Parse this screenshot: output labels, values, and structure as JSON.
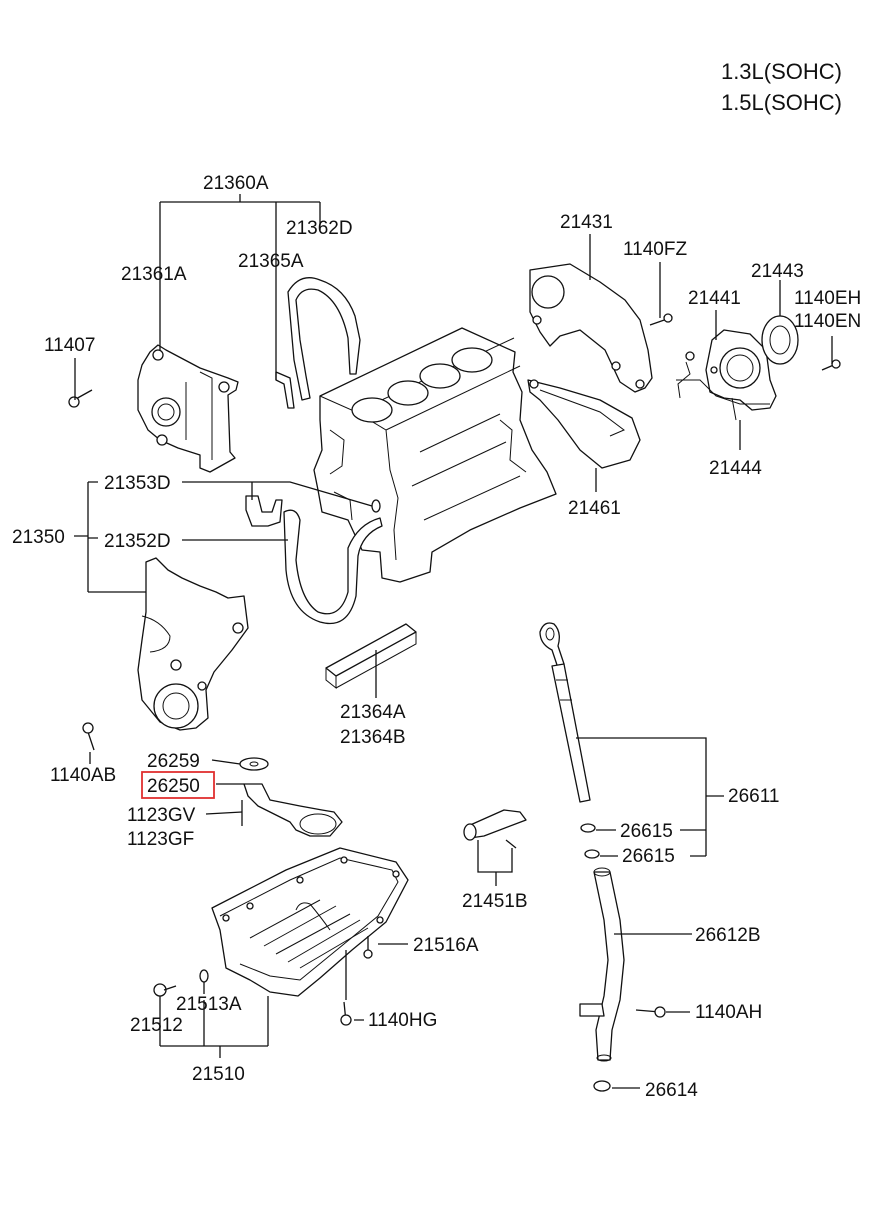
{
  "title_lines": [
    "1.3L(SOHC)",
    "1.5L(SOHC)"
  ],
  "highlight_color": "#e03030",
  "labels": {
    "p21360A": "21360A",
    "p21362D": "21362D",
    "p21365A": "21365A",
    "p21361A": "21361A",
    "p11407": "11407",
    "p21431": "21431",
    "p1140FZ": "1140FZ",
    "p21443": "21443",
    "p21441": "21441",
    "p1140EH": "1140EH",
    "p1140EN": "1140EN",
    "p21444": "21444",
    "p21461": "21461",
    "p21353D": "21353D",
    "p21350": "21350",
    "p21352D": "21352D",
    "p21364A": "21364A",
    "p21364B": "21364B",
    "p1140AB": "1140AB",
    "p26259": "26259",
    "p26250": "26250",
    "p1123GV": "1123GV",
    "p1123GF": "1123GF",
    "p26611": "26611",
    "p26615a": "26615",
    "p26615b": "26615",
    "p21451B": "21451B",
    "p26612B": "26612B",
    "p21516A": "21516A",
    "p21513A": "21513A",
    "p21512": "21512",
    "p1140HG": "1140HG",
    "p1140AH": "1140AH",
    "p21510": "21510",
    "p26614": "26614"
  }
}
